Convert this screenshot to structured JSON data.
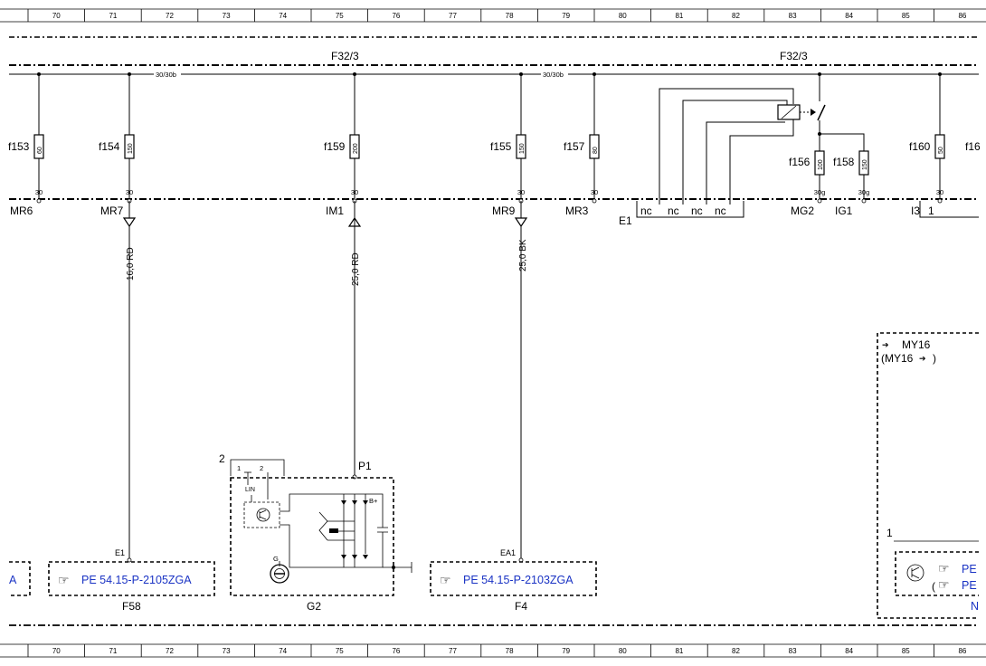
{
  "ruler": {
    "numbers": [
      "70",
      "71",
      "72",
      "73",
      "74",
      "75",
      "76",
      "77",
      "78",
      "79",
      "80",
      "81",
      "82",
      "83",
      "84",
      "85",
      "86"
    ]
  },
  "fuse_blocks": [
    {
      "name": "F32/3"
    },
    {
      "name": "F32/3"
    }
  ],
  "bus_labels": [
    "30/30b",
    "30/30b"
  ],
  "fuses": [
    {
      "id": "f153",
      "rating": "60",
      "terminal": "30",
      "connector": "MR6"
    },
    {
      "id": "f154",
      "rating": "150",
      "terminal": "30",
      "connector": "MR7"
    },
    {
      "id": "f159",
      "rating": "200",
      "terminal": "30",
      "connector": "IM1"
    },
    {
      "id": "f155",
      "rating": "150",
      "terminal": "30",
      "connector": "MR9"
    },
    {
      "id": "f157",
      "rating": "80",
      "terminal": "30",
      "connector": "MR3"
    },
    {
      "id": "f156",
      "rating": "100",
      "terminal": "30g",
      "connector": "MG2"
    },
    {
      "id": "f158",
      "rating": "150",
      "terminal": "30g",
      "connector": "IG1"
    },
    {
      "id": "f160",
      "rating": "50",
      "terminal": "30",
      "connector": "I3"
    },
    {
      "id": "f16"
    }
  ],
  "relay_connector": {
    "name": "E1",
    "pins": [
      "nc",
      "nc",
      "nc",
      "nc"
    ]
  },
  "i3_pin": "1",
  "wires": [
    {
      "spec": "16,0 RD"
    },
    {
      "spec": "25,0 RD"
    },
    {
      "spec": "25,0 BK"
    }
  ],
  "components": [
    {
      "id": "F58",
      "pin": "E1",
      "ref": "PE 54.15-P-2105ZGA"
    },
    {
      "id": "G2",
      "pin": "P1"
    },
    {
      "id": "F4",
      "pin": "EA1",
      "ref": "PE 54.15-P-2103ZGA"
    }
  ],
  "left_partial_ref": "A",
  "alternator": {
    "connector_number": "2",
    "pin1": "1",
    "pin2": "2",
    "lin": "LIN",
    "g": "G",
    "b_plus": "B+"
  },
  "my16_box": {
    "line1": "MY16",
    "line2": "(MY16",
    "line2_close": ")",
    "pin": "1",
    "ref1": "PE",
    "ref2": "PE",
    "paren": "(",
    "partial": "N"
  },
  "colors": {
    "line": "#000000",
    "reference_link": "#1a33c4",
    "background": "#ffffff"
  }
}
